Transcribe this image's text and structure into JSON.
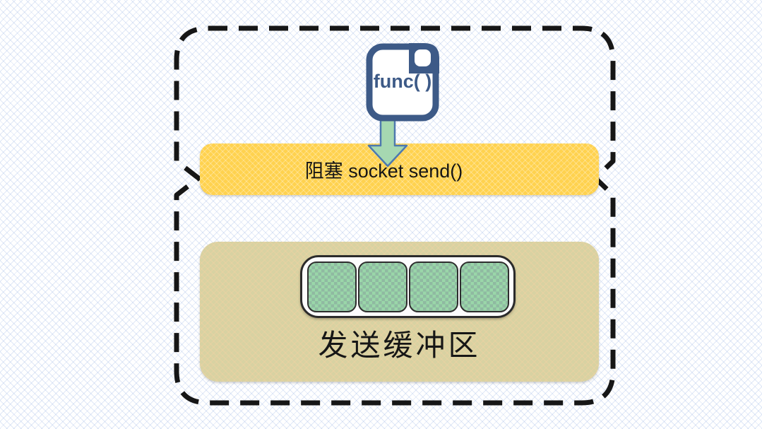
{
  "diagram": {
    "function_label": "func( )",
    "blocking_bar_label": "阻塞 socket send()",
    "buffer": {
      "label": "发送缓冲区",
      "block_count": 4,
      "blocks": [
        {
          "state": "filled"
        },
        {
          "state": "filled"
        },
        {
          "state": "filled"
        },
        {
          "state": "filled"
        }
      ]
    },
    "icons": {
      "function_file": "document-with-folded-corner-icon",
      "flow_arrow": "down-block-arrow-icon"
    },
    "colors": {
      "bar_yellow": "#FFD24F",
      "panel_tan": "#D8D2A2",
      "block_green": "#9AD6A9",
      "block_green_dark": "#8FBAA1",
      "icon_slate": "#3D5A87",
      "arrow_green": "#A6D8B1",
      "arrow_outline": "#4E79AE",
      "dash_black": "#161616",
      "background_tint": "#98B2E4",
      "track_white": "#FCFCFD"
    }
  }
}
